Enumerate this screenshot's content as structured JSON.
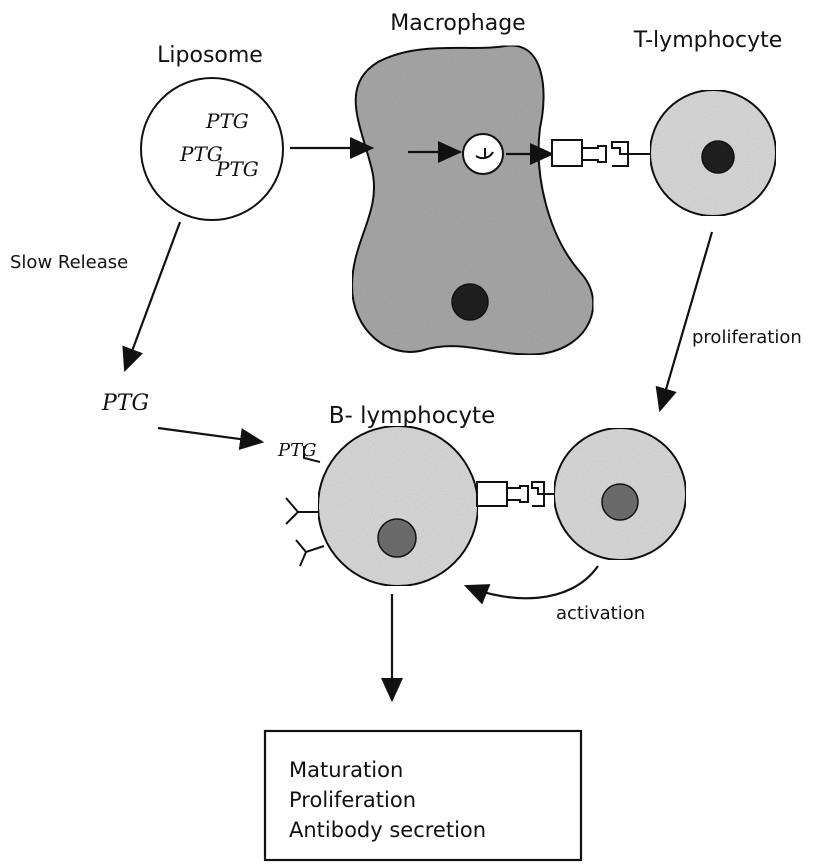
{
  "labels": {
    "liposome": "Liposome",
    "macrophage": "Macrophage",
    "t_lymphocyte": "T-lymphocyte",
    "b_lymphocyte": "B- lymphocyte",
    "slow_release": "Slow Release",
    "proliferation": "proliferation",
    "activation": "activation"
  },
  "antigen": {
    "symbol": "PTG"
  },
  "outcome_box": {
    "line1": "Maturation",
    "line2": "Proliferation",
    "line3": "Antibody secretion"
  },
  "colors": {
    "cell_fill": "#d9d9d9",
    "macrophage_fill": "#a8a8a8",
    "nucleus_dark": "#1e1e1e",
    "nucleus_mid": "#6a6a6a",
    "line": "#111111"
  }
}
